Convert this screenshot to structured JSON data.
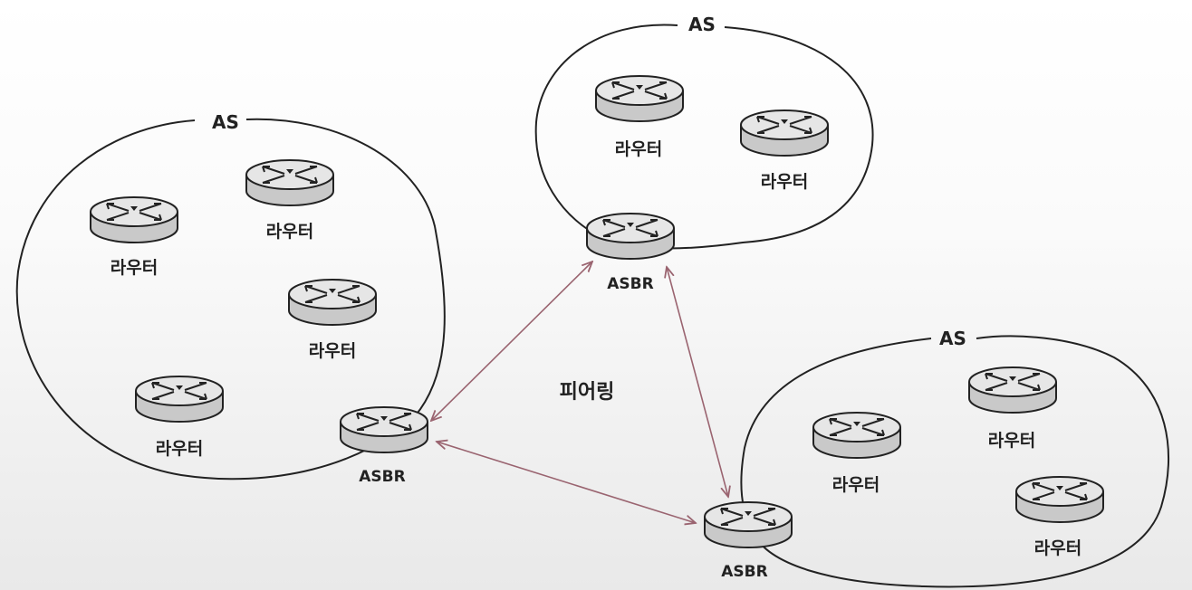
{
  "diagram": {
    "as_label": "AS",
    "router_label": "라우터",
    "asbr_label": "ASBR",
    "peering_label": "피어링",
    "colors": {
      "outline": "#222222",
      "router_body": "#d6d6d6",
      "router_top": "#e8e8e8",
      "peering_arrow": "#9a6470"
    }
  }
}
